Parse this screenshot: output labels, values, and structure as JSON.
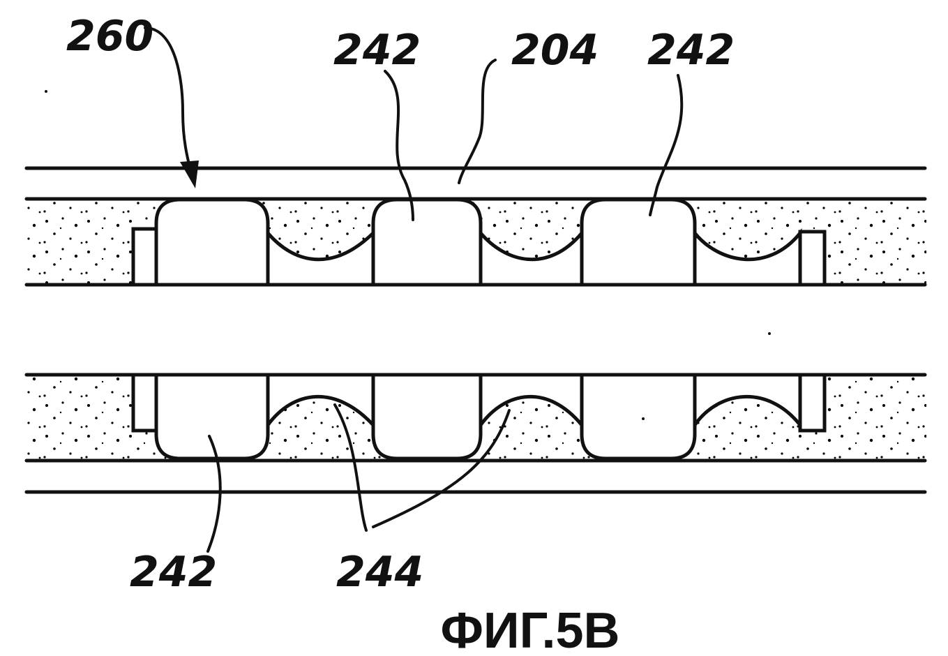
{
  "labels": {
    "ref_260": "260",
    "ref_242_top_left": "242",
    "ref_204": "204",
    "ref_242_top_right": "242",
    "ref_242_bottom": "242",
    "ref_244": "244"
  },
  "caption": "ФИГ.5В"
}
